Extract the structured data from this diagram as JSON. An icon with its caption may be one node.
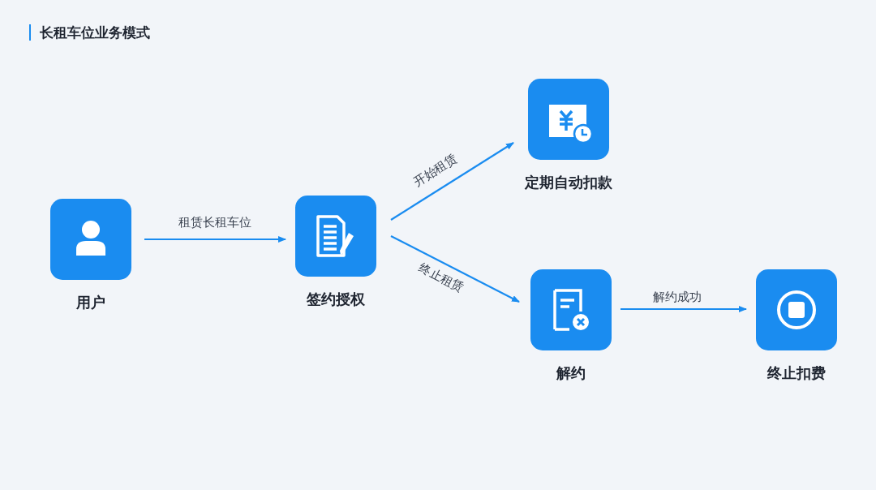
{
  "diagram": {
    "title": "长租车位业务模式",
    "nodes": [
      {
        "text": [
          "用户"
        ]
      },
      {
        "text": [
          "签约授权"
        ]
      },
      {
        "text": [
          "定期自动扣款"
        ]
      },
      {
        "text": [
          "解约"
        ]
      },
      {
        "text": [
          "终止扣费"
        ]
      }
    ],
    "edges": [
      {
        "from": 0,
        "to": 1,
        "arrow": "to",
        "label": "租赁长租车位"
      },
      {
        "from": 1,
        "to": 2,
        "arrow": "to",
        "label": "开始租赁"
      },
      {
        "from": 1,
        "to": 3,
        "arrow": "to",
        "label": "终止租赁"
      },
      {
        "from": 3,
        "to": 4,
        "arrow": "to",
        "label": "解约成功"
      }
    ]
  }
}
